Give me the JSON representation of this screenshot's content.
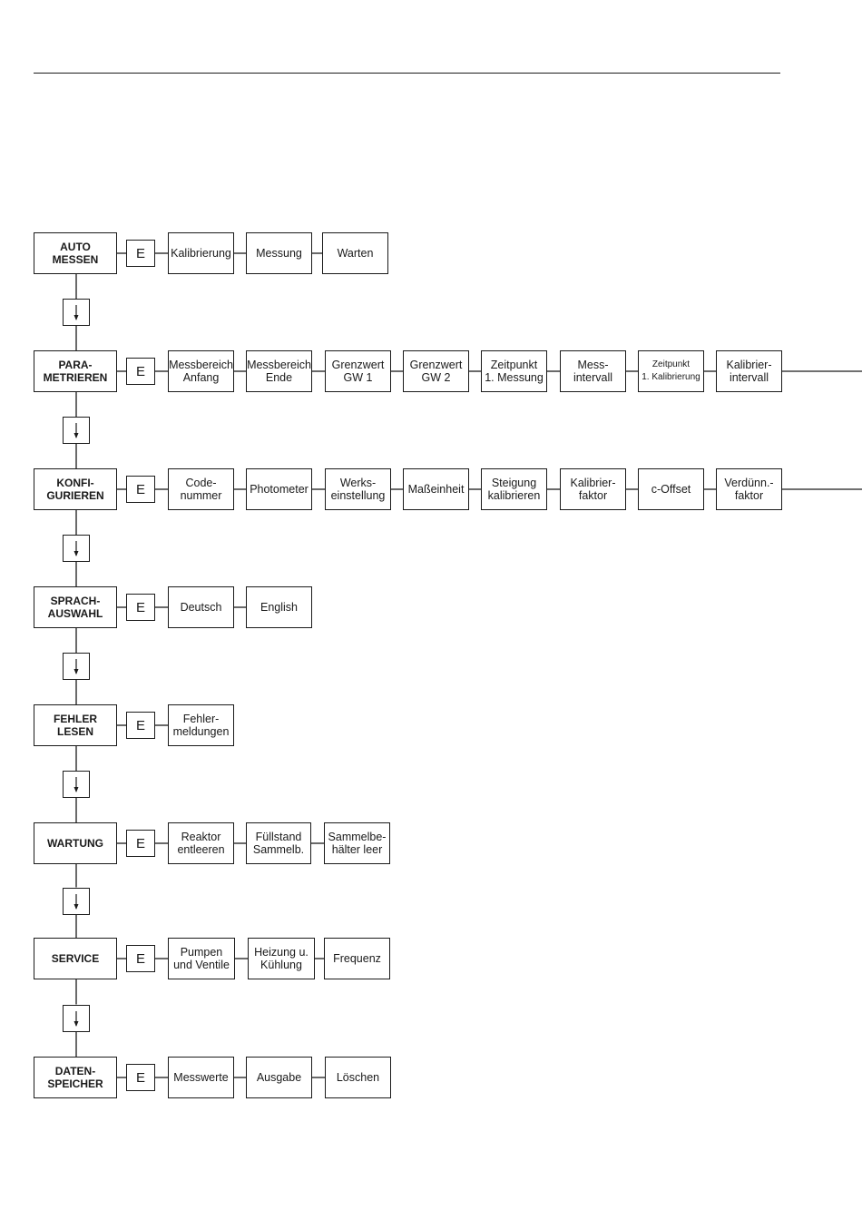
{
  "rows": [
    {
      "main": "AUTO\nMESSEN",
      "key": "E",
      "items": [
        "Kalibrierung",
        "Messung",
        "Warten"
      ],
      "continues": false
    },
    {
      "main": "PARA-\nMETRIEREN",
      "key": "E",
      "items": [
        "Messbereich\nAnfang",
        "Messbereich\nEnde",
        "Grenzwert\nGW 1",
        "Grenzwert\nGW 2",
        "Zeitpunkt\n1. Messung",
        "Mess-\nintervall",
        "Zeitpunkt\n1. Kalibrierung",
        "Kalibrier-\nintervall"
      ],
      "continues": true
    },
    {
      "main": "KONFI-\nGURIEREN",
      "key": "E",
      "items": [
        "Code-\nnummer",
        "Photometer",
        "Werks-\neinstellung",
        "Maßeinheit",
        "Steigung\nkalibrieren",
        "Kalibrier-\nfaktor",
        "c-Offset",
        "Verdünn.-\nfaktor"
      ],
      "continues": true
    },
    {
      "main": "SPRACH-\nAUSWAHL",
      "key": "E",
      "items": [
        "Deutsch",
        "English"
      ],
      "continues": false
    },
    {
      "main": "FEHLER\nLESEN",
      "key": "E",
      "items": [
        "Fehler-\nmeldungen"
      ],
      "continues": false
    },
    {
      "main": "WARTUNG",
      "key": "E",
      "items": [
        "Reaktor\nentleeren",
        "Füllstand\nSammelb.",
        "Sammelbe-\nhälter leer"
      ],
      "continues": false
    },
    {
      "main": "SERVICE",
      "key": "E",
      "items": [
        "Pumpen\nund Ventile",
        "Heizung u.\nKühlung",
        "Frequenz"
      ],
      "continues": false
    },
    {
      "main": "DATEN-\nSPEICHER",
      "key": "E",
      "items": [
        "Messwerte",
        "Ausgabe",
        "Löschen"
      ],
      "continues": false
    }
  ]
}
